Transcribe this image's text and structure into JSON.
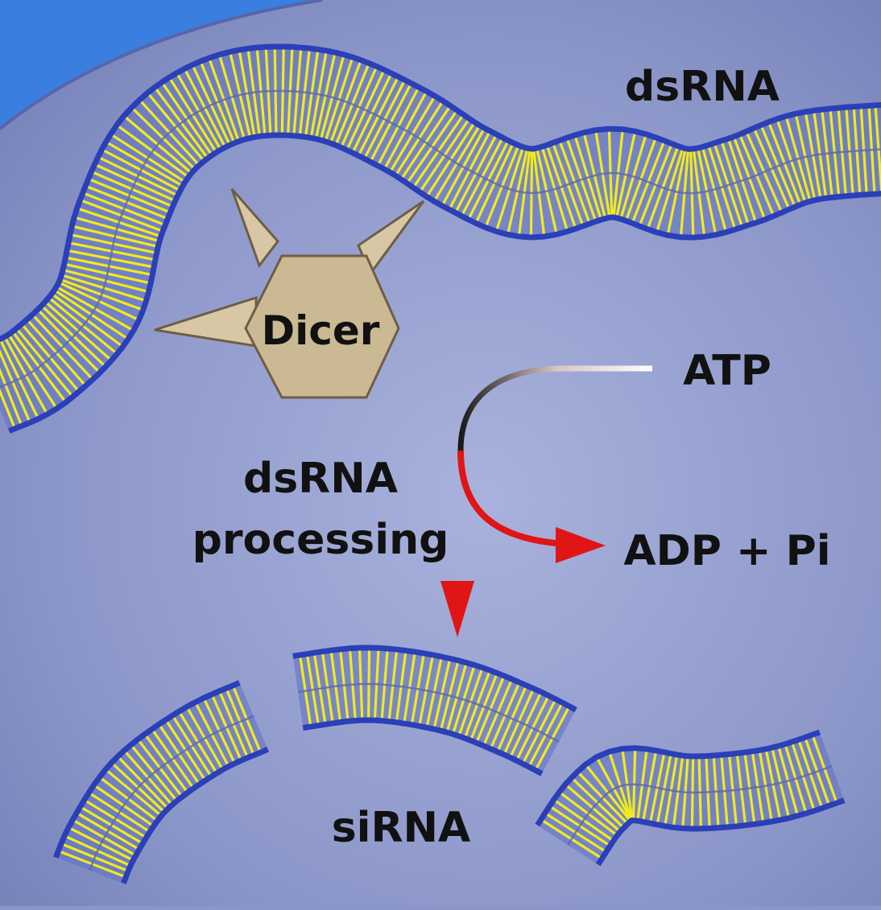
{
  "labels": {
    "dsrna_top": "dsRNA",
    "dicer": "Dicer",
    "atp": "ATP",
    "adp": "ADP + Pi",
    "processing_line1": "dsRNA",
    "processing_line2": "processing",
    "sirna": "siRNA"
  },
  "colors": {
    "background": "#8b96c8",
    "sky_corner": "#3a7ee0",
    "rna_backbone": "#2a3fb8",
    "rna_base": "#f2ea1a",
    "dicer_fill": "#cbb994",
    "dicer_stroke": "#6e5e45",
    "arrow_red": "#e01515"
  }
}
